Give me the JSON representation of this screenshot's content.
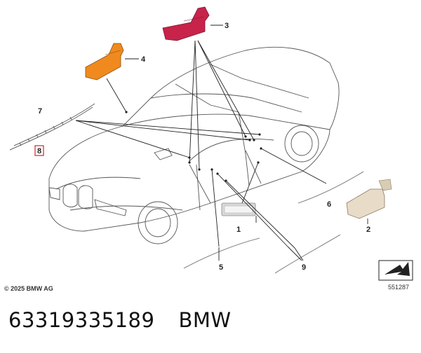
{
  "copyright": "© 2025 BMW AG",
  "diagram_id": "551287",
  "part_number": "63319335189",
  "brand": "BMW",
  "callouts": [
    "1",
    "2",
    "3",
    "4",
    "5",
    "6",
    "7",
    "8",
    "9"
  ],
  "colors": {
    "part_3": "#c8234a",
    "part_4": "#f08a1e",
    "part_8_box": "#d8232a",
    "part_1": "#d9d9d9",
    "part_2": "#e8dcc8"
  }
}
